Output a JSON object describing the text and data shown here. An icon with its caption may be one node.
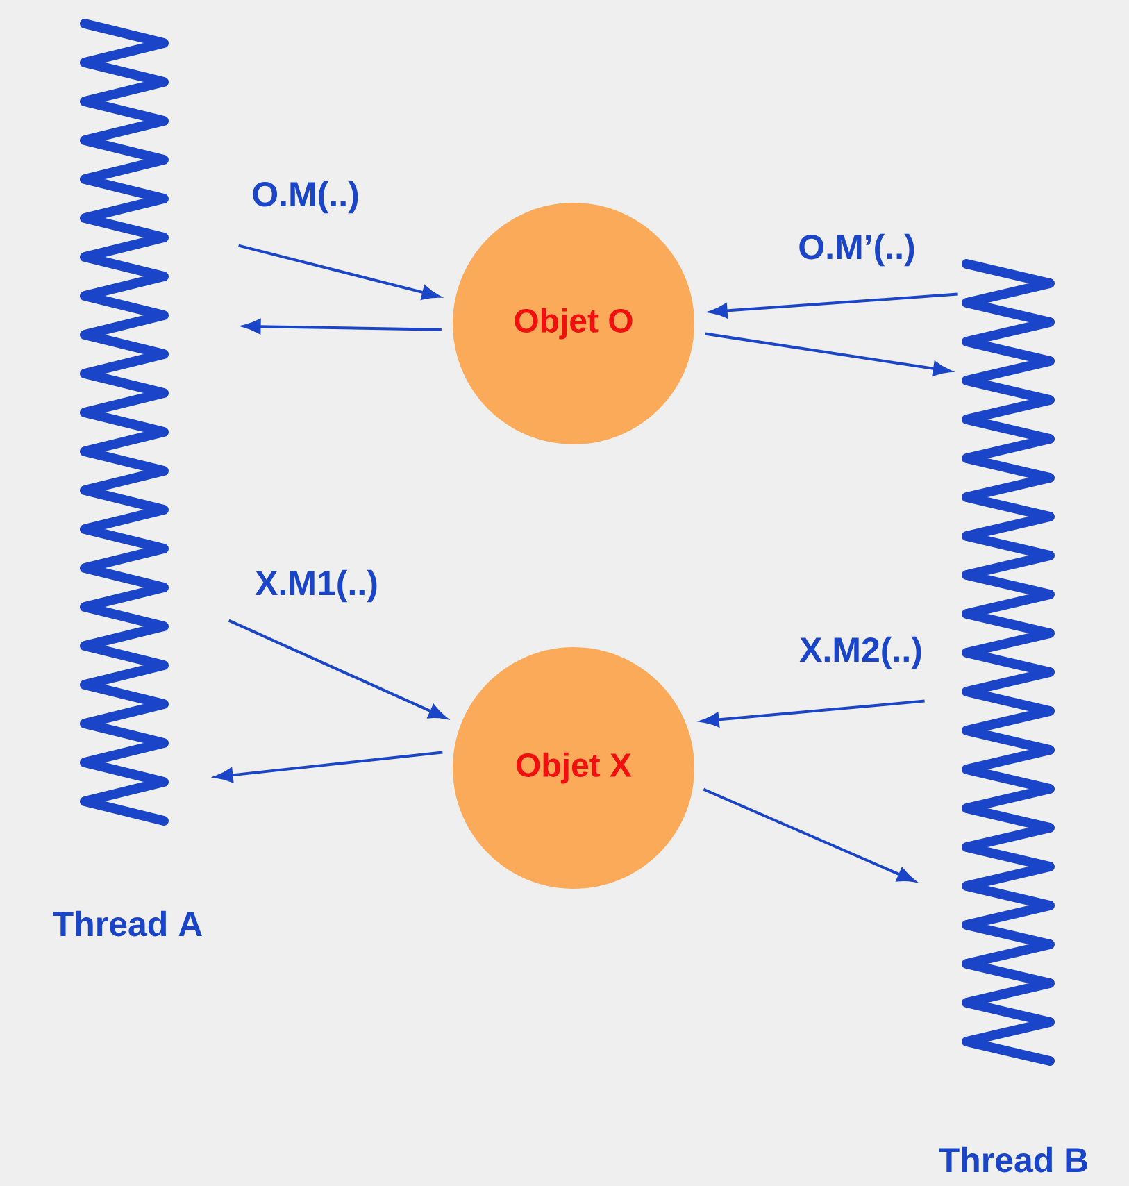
{
  "diagram": {
    "nodes": [
      {
        "text": [
          "Thread A"
        ]
      },
      {
        "text": [
          "Objet O"
        ]
      },
      {
        "text": [
          "Objet X"
        ]
      },
      {
        "text": [
          "Thread B"
        ]
      }
    ],
    "edges": [
      {
        "from": 0,
        "to": 1,
        "arrow": "to",
        "label": "O.M(..)"
      },
      {
        "from": 1,
        "to": 0,
        "arrow": "to"
      },
      {
        "from": 3,
        "to": 1,
        "arrow": "to",
        "label": "O.M’(..)"
      },
      {
        "from": 1,
        "to": 3,
        "arrow": "to"
      },
      {
        "from": 0,
        "to": 2,
        "arrow": "to",
        "label": "X.M1(..)"
      },
      {
        "from": 2,
        "to": 0,
        "arrow": "to"
      },
      {
        "from": 3,
        "to": 2,
        "arrow": "to",
        "label": "X.M2(..)"
      },
      {
        "from": 2,
        "to": 3,
        "arrow": "to"
      }
    ]
  }
}
